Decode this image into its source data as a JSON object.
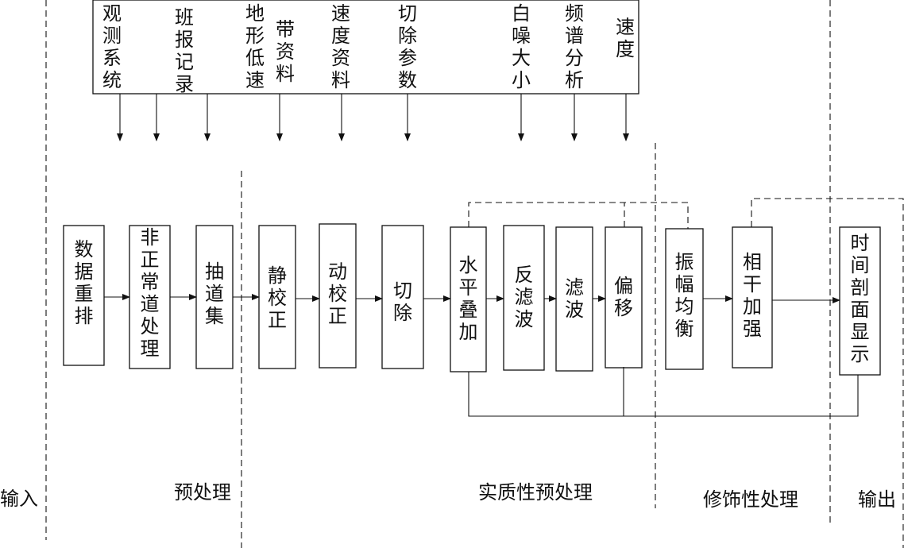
{
  "inputs": [
    "观测系统",
    "班报记录",
    "地形低速",
    "带资料",
    "速度资料",
    "切除参数",
    "白噪大小",
    "频谱分析",
    "速度"
  ],
  "process": [
    "数据重排",
    "非正常道处理",
    "抽道集",
    "静校正",
    "动校正",
    "切除",
    "水平叠加",
    "反滤波",
    "滤波",
    "偏移",
    "振幅均衡",
    "相干加强",
    "时间剖面显示"
  ],
  "stages": [
    "输入",
    "预处理",
    "实质性预处理",
    "修饰性处理",
    "输出"
  ]
}
